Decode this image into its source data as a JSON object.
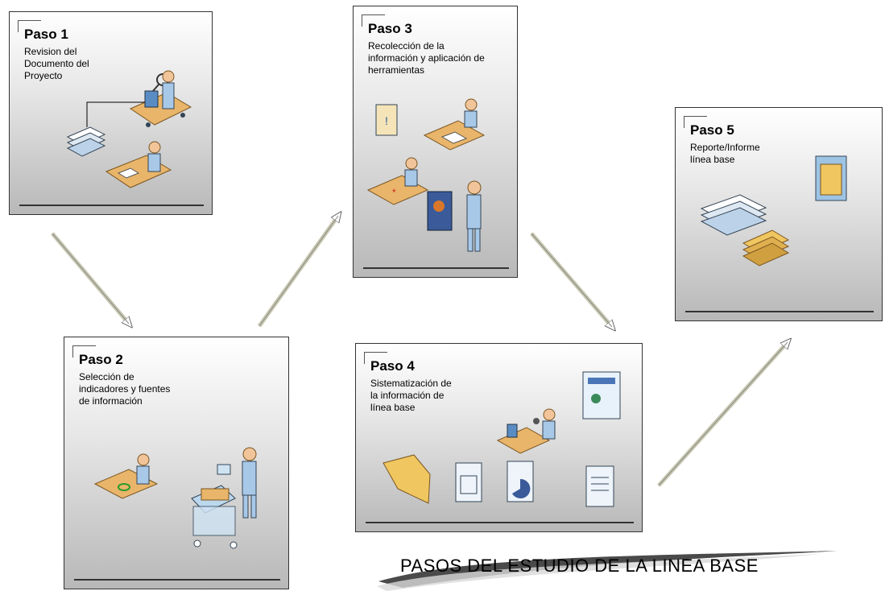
{
  "diagram": {
    "steps": [
      {
        "title": "Paso 1",
        "description": "Revision del\nDocumento del\nProyecto"
      },
      {
        "title": "Paso 2",
        "description": "Selección de\nindicadores y fuentes\nde información"
      },
      {
        "title": "Paso 3",
        "description": "Recolección de la\ninformación y aplicación de\nherramientas"
      },
      {
        "title": "Paso 4",
        "description": "Sistematización de\nla información de\nlínea base"
      },
      {
        "title": "Paso 5",
        "description": "Reporte/Informe\nlínea base"
      }
    ],
    "banner": "PASOS DEL ESTUDIO DE LA LINEA BASE"
  }
}
